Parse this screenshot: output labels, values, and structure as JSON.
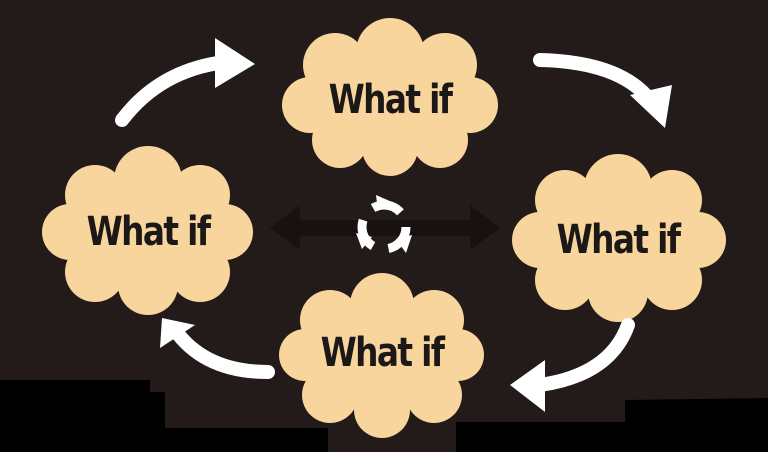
{
  "diagram": {
    "nodes": [
      {
        "id": "top",
        "label": "What if"
      },
      {
        "id": "right",
        "label": "What if"
      },
      {
        "id": "bottom",
        "label": "What if"
      },
      {
        "id": "left",
        "label": "What if"
      }
    ],
    "flow": [
      "top",
      "right",
      "bottom",
      "left",
      "top"
    ],
    "center_icon": "cycle-arrows-icon",
    "colors": {
      "background": "#231a1a",
      "cloud": "#f8d59d",
      "text": "#1c1818",
      "arrow": "#ffffff"
    }
  }
}
